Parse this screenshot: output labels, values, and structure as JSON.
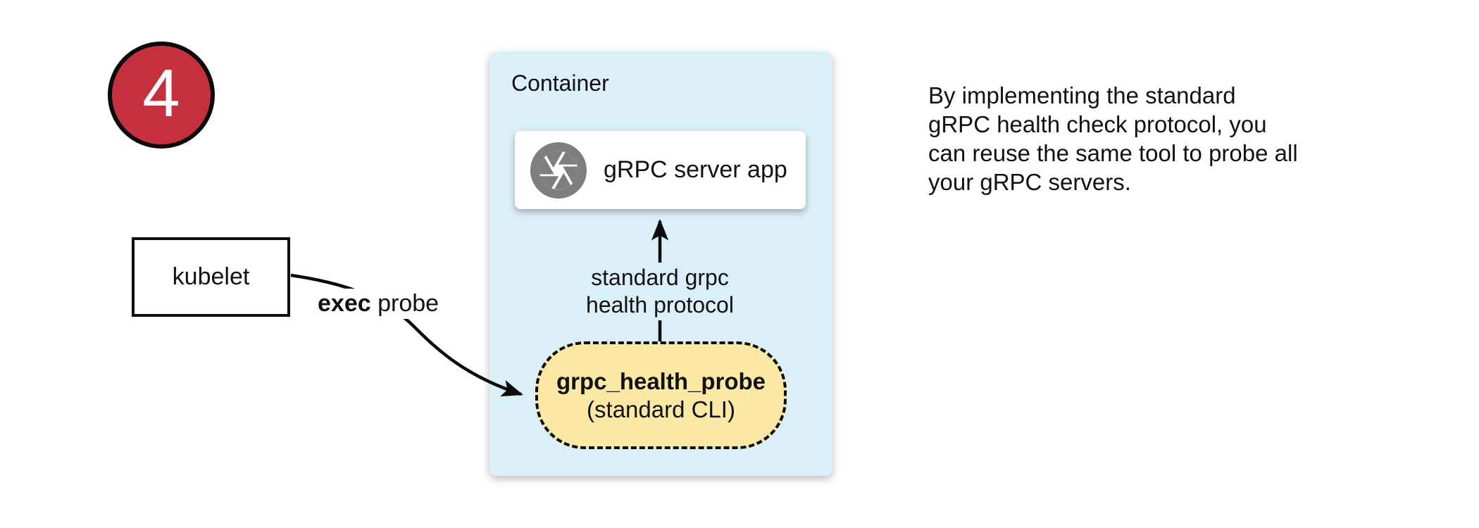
{
  "colors": {
    "badge-red": "#c4303e",
    "container-blue": "#dbeff9",
    "pill-yellow": "#fbe8a4",
    "icon-gray": "#7e7e7e"
  },
  "badge": {
    "number": "4"
  },
  "kubelet": {
    "label": "kubelet"
  },
  "exec_probe": {
    "bold": "exec",
    "regular": " probe"
  },
  "container": {
    "title": "Container",
    "server_app": {
      "label": "gRPC server app"
    },
    "protocol_label": {
      "line1": "standard grpc",
      "line2": "health protocol"
    },
    "probe": {
      "name": "grpc_health_probe",
      "subtitle": "(standard CLI)"
    }
  },
  "note": {
    "lines": [
      "By implementing the standard",
      "gRPC health check protocol, you",
      "can reuse the same tool to probe all",
      "your gRPC servers."
    ]
  }
}
